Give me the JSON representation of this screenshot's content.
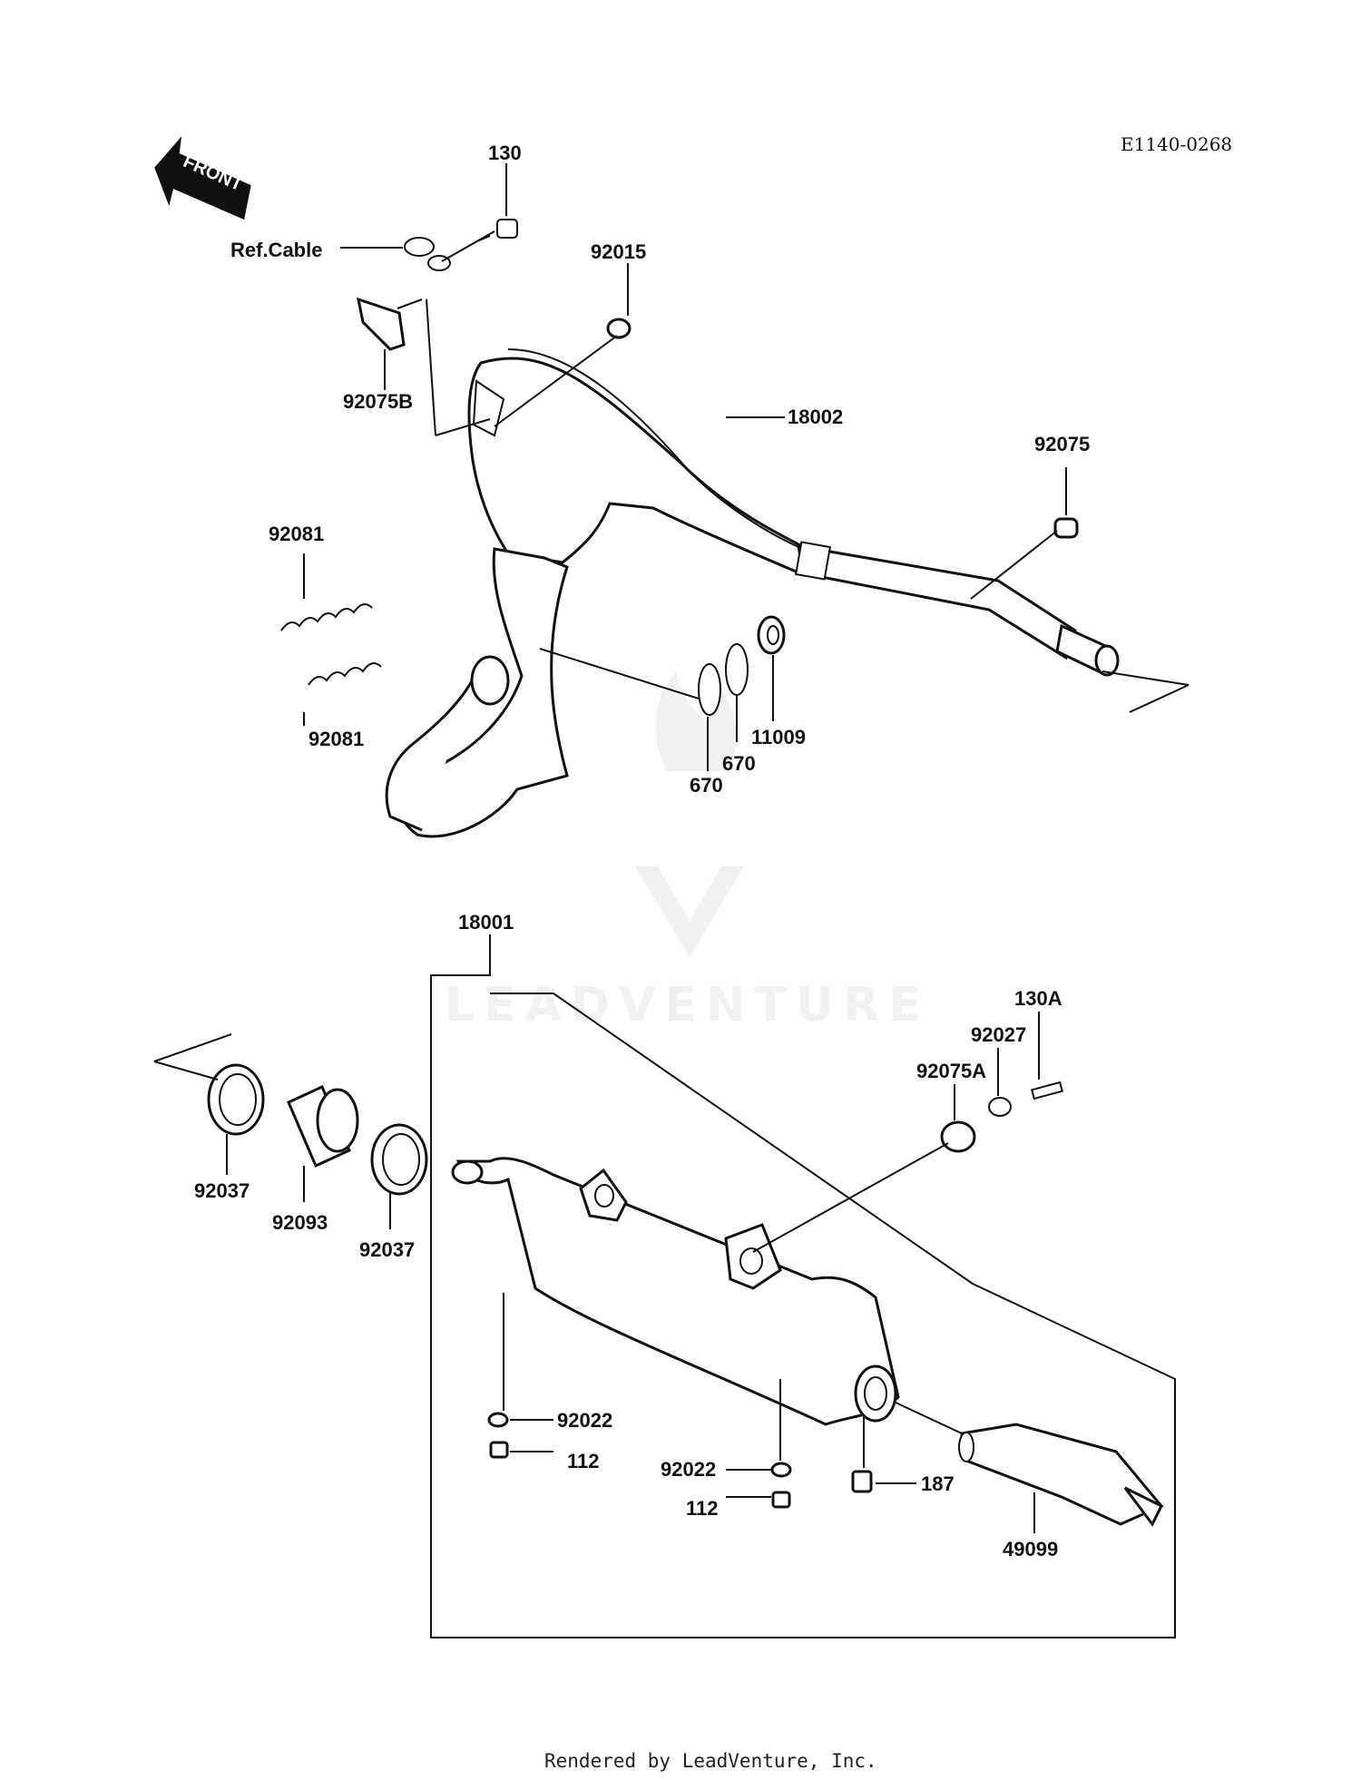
{
  "diagram_code": "E1140-0268",
  "front_label": "FRONT",
  "watermark": "LEADVENTURE",
  "footer": "Rendered by LeadVenture, Inc.",
  "labels": {
    "p130": "130",
    "ref_cable": "Ref.Cable",
    "p92015": "92015",
    "p92075B": "92075B",
    "p18002": "18002",
    "p92075": "92075",
    "p92081_a": "92081",
    "p92081_b": "92081",
    "p670_a": "670",
    "p670_b": "670",
    "p11009": "11009",
    "p18001": "18001",
    "p130A": "130A",
    "p92027": "92027",
    "p92075A": "92075A",
    "p92037_a": "92037",
    "p92093": "92093",
    "p92037_b": "92037",
    "p92022_a": "92022",
    "p112_a": "112",
    "p92022_b": "92022",
    "p112_b": "112",
    "p187": "187",
    "p49099": "49099"
  }
}
